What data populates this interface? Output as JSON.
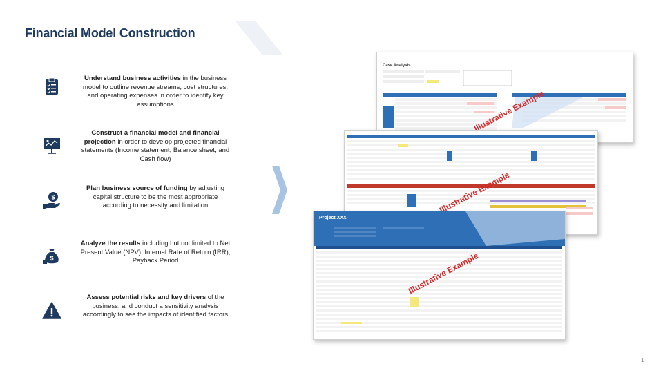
{
  "title": "Financial Model Construction",
  "items": [
    {
      "bold": "Understand business activities",
      "rest": " in the business model to outline revenue streams, cost structures, and operating expenses in order to identify key assumptions",
      "icon": "clipboard-checklist-icon"
    },
    {
      "bold": "Construct a financial model and financial projection",
      "rest": " in order to develop projected financial statements (Income statement, Balance sheet, and Cash flow)",
      "icon": "presentation-board-icon"
    },
    {
      "bold": "Plan business source of funding",
      "rest": " by adjusting capital structure to be the most appropriate according to necessity and limitation",
      "icon": "hand-money-icon"
    },
    {
      "bold": "Analyze the results",
      "rest": " including but not limited to Net Present Value (NPV), Internal Rate of Return (IRR), Payback Period",
      "icon": "money-bag-icon"
    },
    {
      "bold": "Assess potential risks and key drivers",
      "rest": " of the business, and conduct a sensitivity analysis accordingly to see the impacts of identified factors",
      "icon": "warning-triangle-icon"
    }
  ],
  "sheets": {
    "back_heading": "Case Analysis",
    "front_heading": "Project XXX",
    "watermark": "Illustrative Example"
  },
  "page_number": "1",
  "colors": {
    "title": "#1f3a5f",
    "icon": "#1f3a5f",
    "accent": "#8fb0d6",
    "header_blue": "#2f6fb5",
    "watermark": "#d62828"
  }
}
